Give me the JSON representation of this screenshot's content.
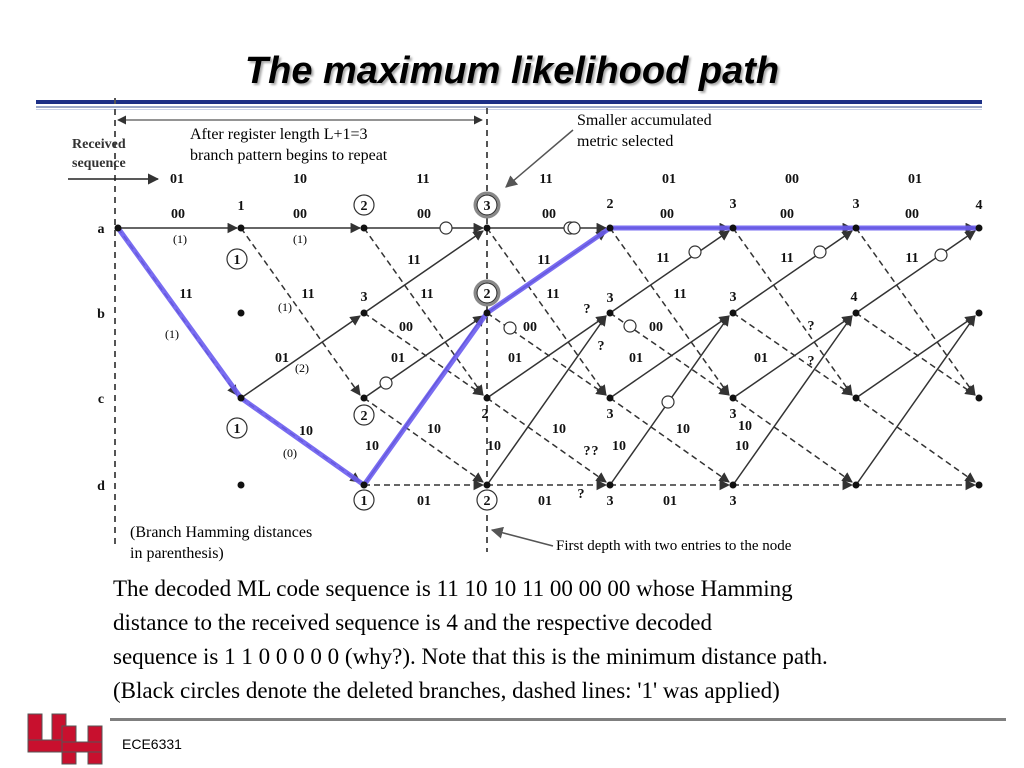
{
  "slide": {
    "title": "The maximum likelihood path",
    "footer": "ECE6331",
    "body_lines": [
      "The decoded ML code sequence is 11 10 10 11 00 00 00 whose Hamming",
      "distance to the received sequence is 4 and the respective decoded",
      "sequence is 1 1 0 0 0 0 0 (why?). Note that this is the minimum distance path.",
      "(Black circles denote the deleted branches, dashed lines: '1' was applied)"
    ]
  },
  "annotations": {
    "register_lines": [
      "After register length L+1=3",
      "branch pattern begins to repeat"
    ],
    "smaller_metric_lines": [
      "Smaller accumulated",
      "metric selected"
    ],
    "branch_hamming_lines": [
      "(Branch Hamming distances",
      "in parenthesis)"
    ],
    "first_depth": "First depth with two entries to the node"
  },
  "trellis": {
    "received_label_lines": [
      "Received",
      "sequence"
    ],
    "received_sequence": [
      "01",
      "10",
      "11",
      "11",
      "01",
      "00",
      "01"
    ],
    "states": [
      "a",
      "b",
      "c",
      "d"
    ],
    "ml_path_color": "#6a5cf0",
    "branch_labels": [
      "00",
      "00",
      "00",
      "00",
      "00",
      "00",
      "00",
      "11",
      "11",
      "11",
      "11",
      "11",
      "11",
      "11",
      "11",
      "11",
      "11",
      "11",
      "11",
      "00",
      "00",
      "00",
      "01",
      "01",
      "01",
      "01",
      "01",
      "10",
      "10",
      "10",
      "10",
      "10",
      "10",
      "10",
      "10",
      "10",
      "10",
      "01",
      "01",
      "01"
    ],
    "node_metrics": [
      "1",
      "1",
      "1",
      "2",
      "3",
      "2",
      "1",
      "3",
      "2",
      "2",
      "2",
      "2",
      "3",
      "3",
      "3",
      "3",
      "3",
      "3",
      "3",
      "3",
      "4",
      "4"
    ],
    "branch_distances": [
      "(1)",
      "(1)",
      "(1)",
      "(1)",
      "(2)",
      "(0)"
    ],
    "question_marks": [
      "?",
      "?",
      "?",
      "?",
      "?",
      "?",
      "?"
    ]
  }
}
